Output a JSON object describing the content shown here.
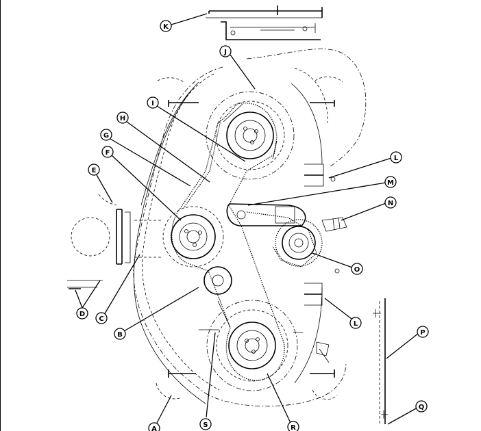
{
  "diagram": {
    "callouts": [
      {
        "id": "A",
        "text": "A"
      },
      {
        "id": "B",
        "text": "B"
      },
      {
        "id": "C",
        "text": "C"
      },
      {
        "id": "D",
        "text": "D"
      },
      {
        "id": "E",
        "text": "E"
      },
      {
        "id": "F",
        "text": "F"
      },
      {
        "id": "G",
        "text": "G"
      },
      {
        "id": "H",
        "text": "H"
      },
      {
        "id": "I",
        "text": "I"
      },
      {
        "id": "J",
        "text": "J"
      },
      {
        "id": "K",
        "text": "K"
      },
      {
        "id": "L1",
        "text": "L"
      },
      {
        "id": "L2",
        "text": "L"
      },
      {
        "id": "M",
        "text": "M"
      },
      {
        "id": "N",
        "text": "N"
      },
      {
        "id": "O",
        "text": "O"
      },
      {
        "id": "P",
        "text": "P"
      },
      {
        "id": "Q",
        "text": "Q"
      },
      {
        "id": "R",
        "text": "R"
      },
      {
        "id": "S",
        "text": "S"
      }
    ]
  }
}
